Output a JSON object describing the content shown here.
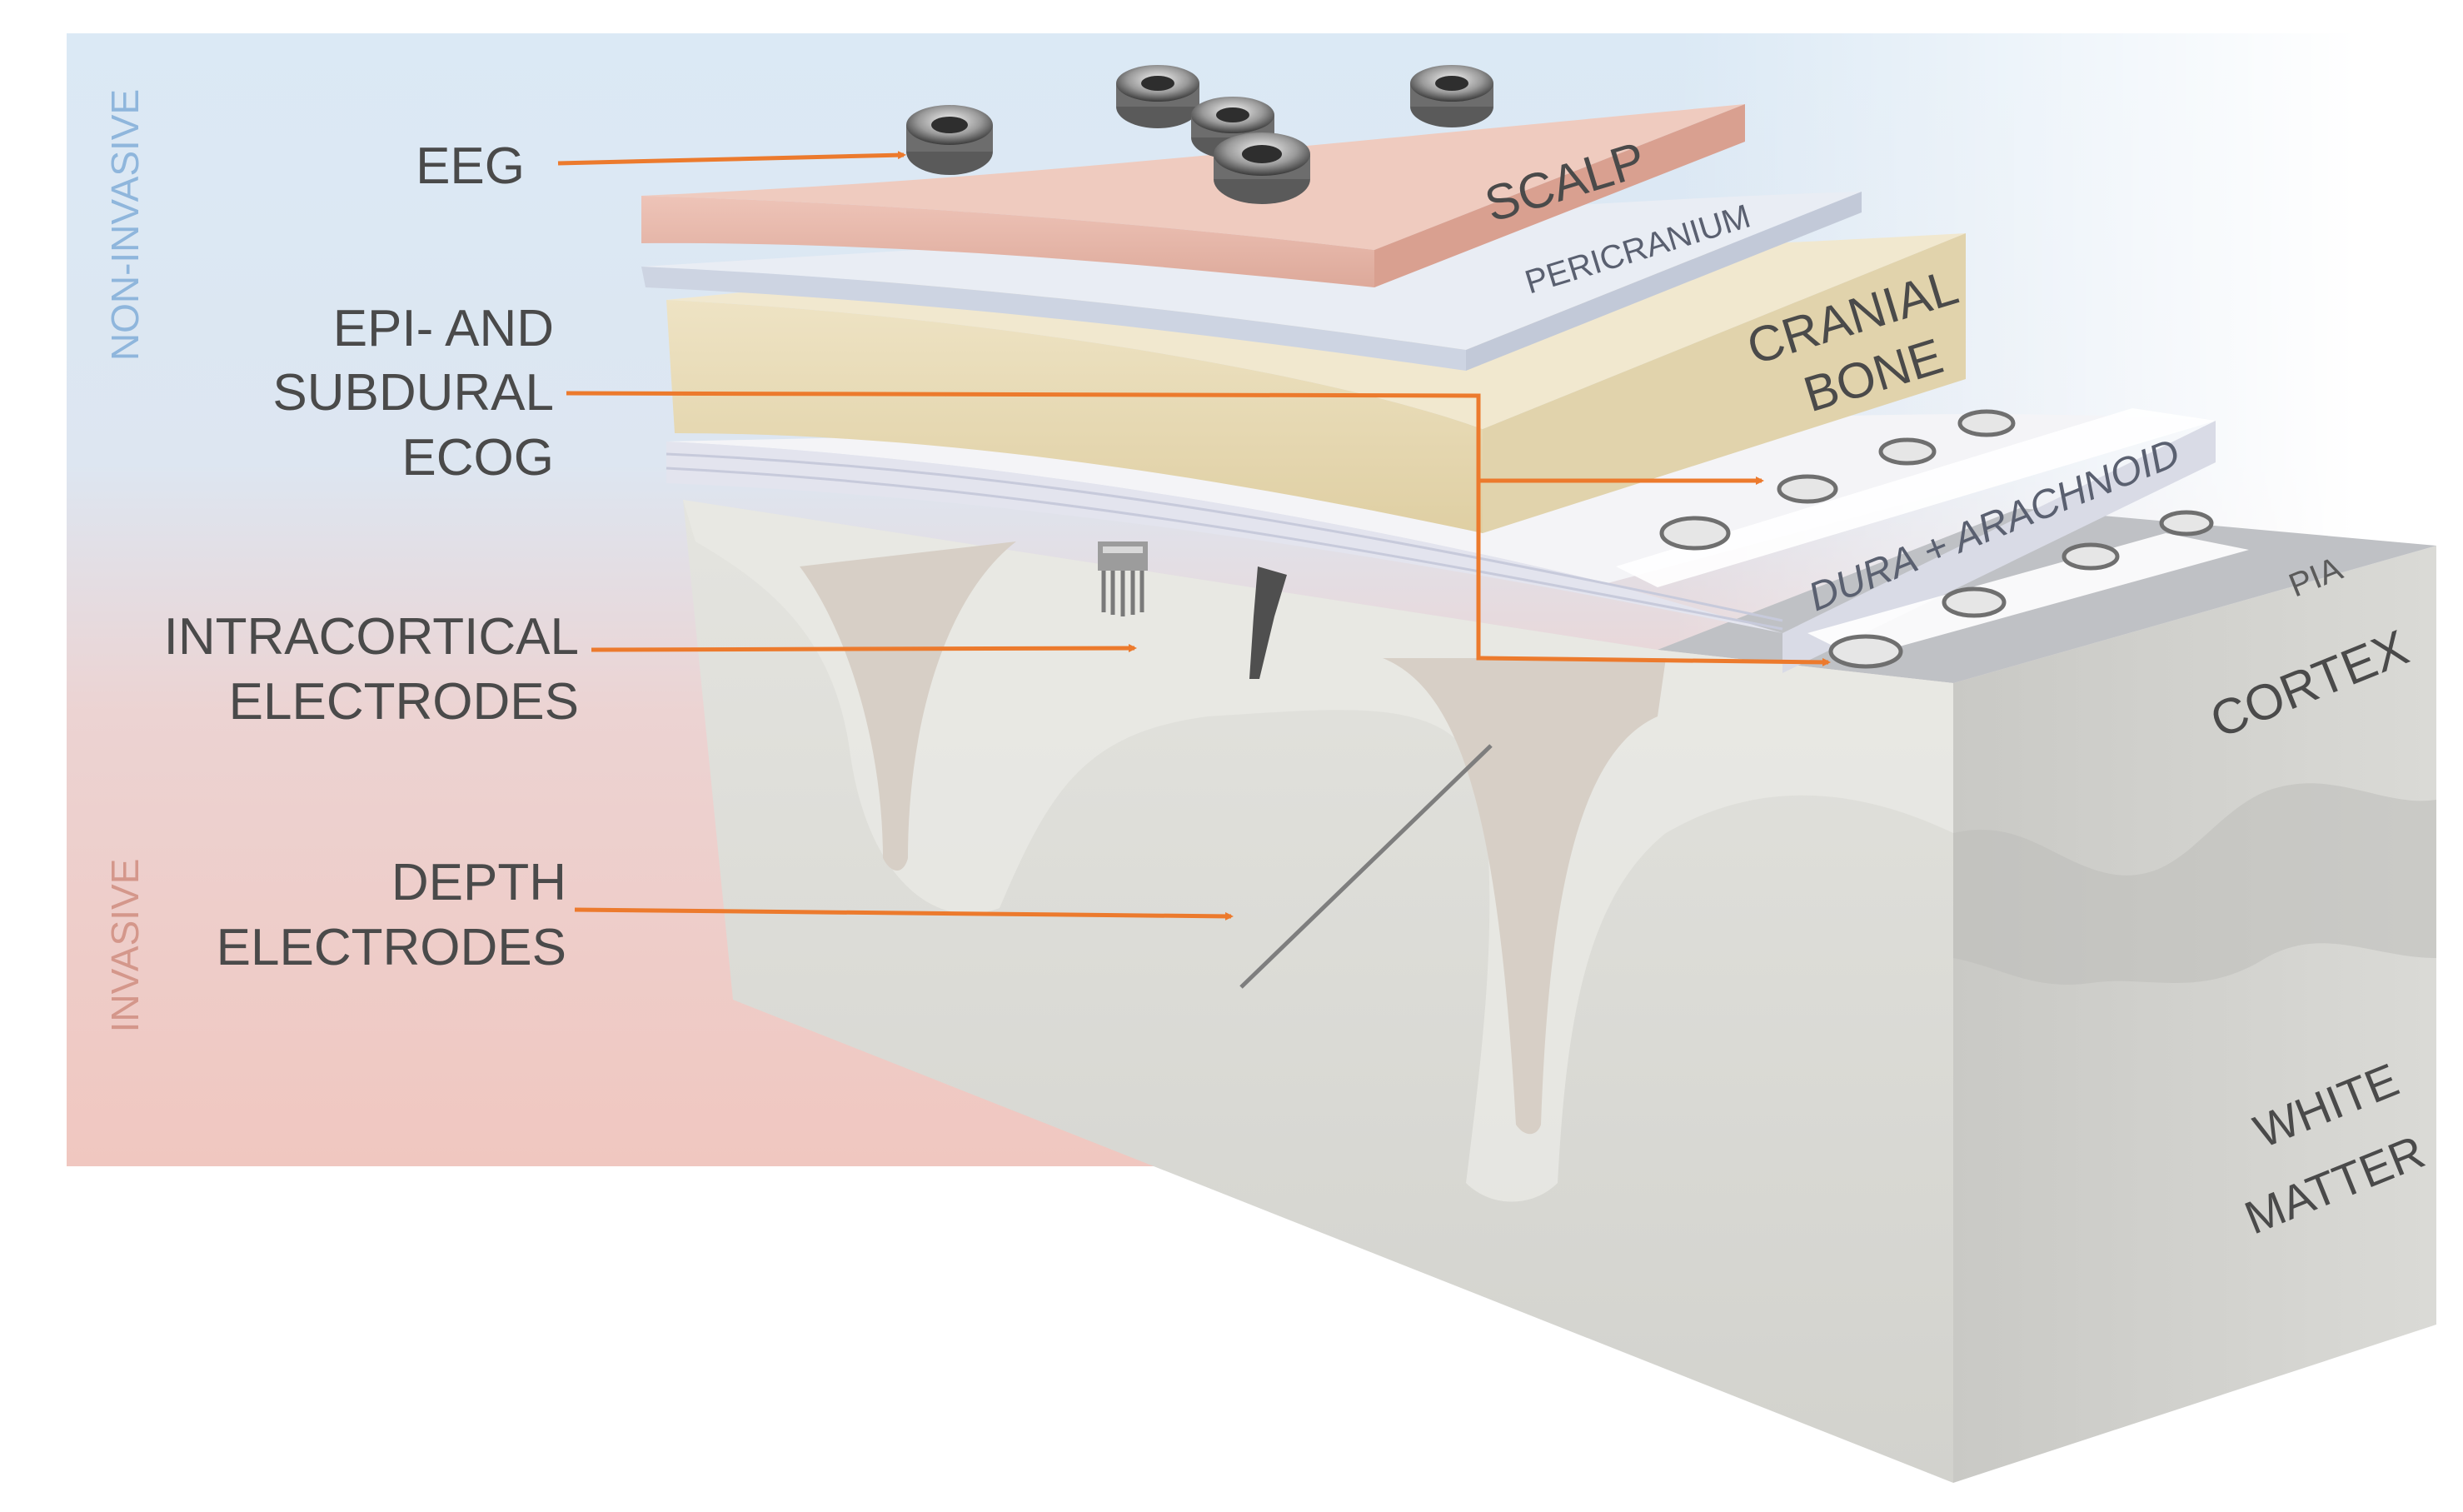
{
  "side_labels": {
    "non_invasive": "NON-INVASIVE",
    "invasive": "INVASIVE"
  },
  "callouts": {
    "eeg": [
      "EEG"
    ],
    "ecog": [
      "EPI- AND",
      "SUBDURAL",
      "ECOG"
    ],
    "intracortical": [
      "INTRACORTICAL",
      "ELECTRODES"
    ],
    "depth": [
      "DEPTH",
      "ELECTRODES"
    ]
  },
  "layers": {
    "scalp": "SCALP",
    "pericranium": "PERICRANIUM",
    "cranial_bone": [
      "CRANIAL",
      "BONE"
    ],
    "dura_arachnoid": "DURA + ARACHNOID",
    "pia": "PIA",
    "cortex": "CORTEX",
    "white_matter": [
      "WHITE",
      "MATTER"
    ]
  },
  "colors": {
    "non_invasive_band": "#dbe9f5",
    "invasive_band": "#f0c9c2",
    "scalp": "#e7b9ac",
    "pericranium": "#cfd6e3",
    "cranial_bone": "#e9dcb7",
    "dura": "#e6e8f1",
    "cortex_top": "#bdbfc3",
    "cortex_face": "#dcdcd7",
    "arrow": "#ec7a2d",
    "text": "#4a4a4a",
    "side_text_top": "#8fb6dc",
    "side_text_bottom": "#d4978b"
  }
}
